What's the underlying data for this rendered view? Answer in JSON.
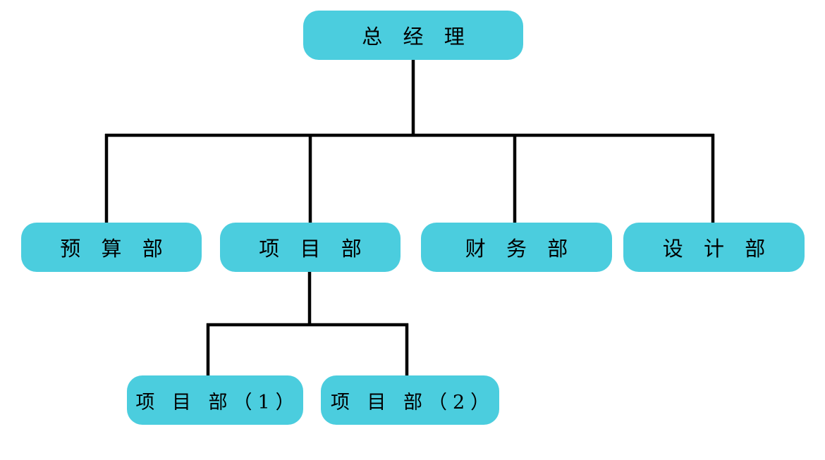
{
  "diagram": {
    "type": "org-chart",
    "colors": {
      "box_fill": "#4BCDDE",
      "box_text": "#000000",
      "line": "#000000",
      "background": "#FFFFFF"
    },
    "nodes": [
      {
        "id": "general-manager",
        "label": "总 经 理",
        "level": 1
      },
      {
        "id": "budget-dept",
        "label": "预 算 部",
        "level": 2
      },
      {
        "id": "project-dept",
        "label": "项 目 部",
        "level": 2
      },
      {
        "id": "finance-dept",
        "label": "财 务 部",
        "level": 2
      },
      {
        "id": "design-dept",
        "label": "设 计 部",
        "level": 2
      },
      {
        "id": "project-dept-1",
        "label": "项 目 部（1）",
        "level": 3
      },
      {
        "id": "project-dept-2",
        "label": "项 目 部（2）",
        "level": 3
      }
    ],
    "edges": [
      {
        "from": "general-manager",
        "to": "budget-dept"
      },
      {
        "from": "general-manager",
        "to": "project-dept"
      },
      {
        "from": "general-manager",
        "to": "finance-dept"
      },
      {
        "from": "general-manager",
        "to": "design-dept"
      },
      {
        "from": "project-dept",
        "to": "project-dept-1"
      },
      {
        "from": "project-dept",
        "to": "project-dept-2"
      }
    ]
  }
}
